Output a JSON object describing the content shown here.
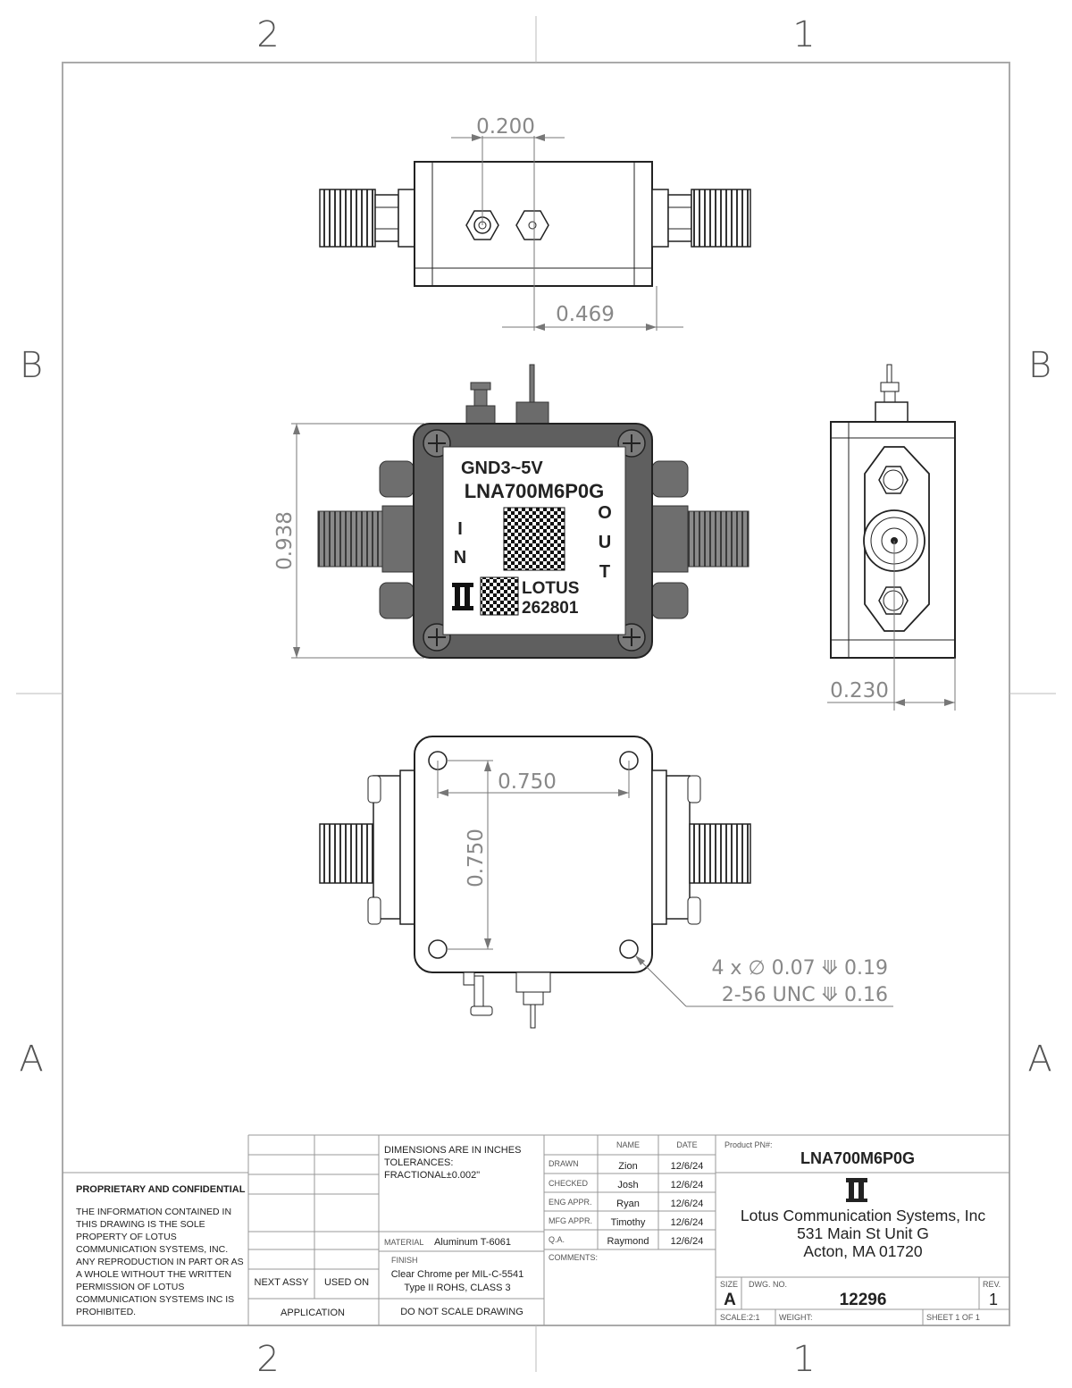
{
  "zones": {
    "top_left": "2",
    "top_right": "1",
    "bottom_left": "2",
    "bottom_right": "1",
    "left_upper": "B",
    "right_upper": "B",
    "left_lower": "A",
    "right_lower": "A"
  },
  "dimensions": {
    "top_view_spacing": "0.200",
    "top_view_offset": "0.469",
    "front_height": "0.938",
    "side_depth": "0.230",
    "bottom_hole_x": "0.750",
    "bottom_hole_y": "0.750"
  },
  "hole_callout": {
    "line1": "4 x ∅ 0.07 ⟱ 0.19",
    "line2": "2-56 UNC  ⟱ 0.16"
  },
  "label": {
    "power": "GND3~5V",
    "part": "LNA700M6P0G",
    "in": [
      "I",
      "N"
    ],
    "out": [
      "O",
      "U",
      "T"
    ],
    "brand": "LOTUS",
    "serial": "262801"
  },
  "proprietary": {
    "heading": "PROPRIETARY AND CONFIDENTIAL",
    "lines": [
      "THE INFORMATION CONTAINED IN",
      "THIS DRAWING IS THE SOLE",
      "PROPERTY OF LOTUS",
      "COMMUNICATION SYSTEMS, INC.",
      "ANY REPRODUCTION IN PART OR AS",
      "A WHOLE WITHOUT THE WRITTEN",
      "PERMISSION OF LOTUS",
      "COMMUNICATION SYSTEMS INC IS",
      "PROHIBITED."
    ]
  },
  "assembly": {
    "next_assy": "NEXT ASSY",
    "used_on": "USED ON",
    "application": "APPLICATION"
  },
  "tolerances": {
    "lines": [
      "DIMENSIONS ARE IN INCHES",
      "TOLERANCES:",
      "FRACTIONAL±0.002\""
    ],
    "material_label": "MATERIAL",
    "material": "Aluminum T-6061",
    "finish_label": "FINISH",
    "finish_lines": [
      "Clear Chrome per MIL-C-5541",
      "Type II ROHS, CLASS 3"
    ],
    "do_not_scale": "DO  NOT  SCALE  DRAWING"
  },
  "approvals": {
    "name_header": "NAME",
    "date_header": "DATE",
    "rows": [
      {
        "role": "DRAWN",
        "name": "Zion",
        "date": "12/6/24"
      },
      {
        "role": "CHECKED",
        "name": "Josh",
        "date": "12/6/24"
      },
      {
        "role": "ENG APPR.",
        "name": "Ryan",
        "date": "12/6/24"
      },
      {
        "role": "MFG APPR.",
        "name": "Timothy",
        "date": "12/6/24"
      },
      {
        "role": "Q.A.",
        "name": "Raymond",
        "date": "12/6/24"
      }
    ],
    "comments": "COMMENTS:"
  },
  "product": {
    "label": "Product PN#:",
    "pn": "LNA700M6P0G"
  },
  "company": {
    "name": "Lotus Communication Systems, Inc",
    "address1": "531 Main St Unit G",
    "address2": "Acton, MA 01720"
  },
  "drawing": {
    "size_label": "SIZE",
    "size": "A",
    "dwg_label": "DWG.  NO.",
    "dwg_no": "12296",
    "rev_label": "REV.",
    "rev": "1",
    "scale": "SCALE:2:1",
    "weight": "WEIGHT:",
    "sheet": "SHEET 1 OF 1"
  }
}
